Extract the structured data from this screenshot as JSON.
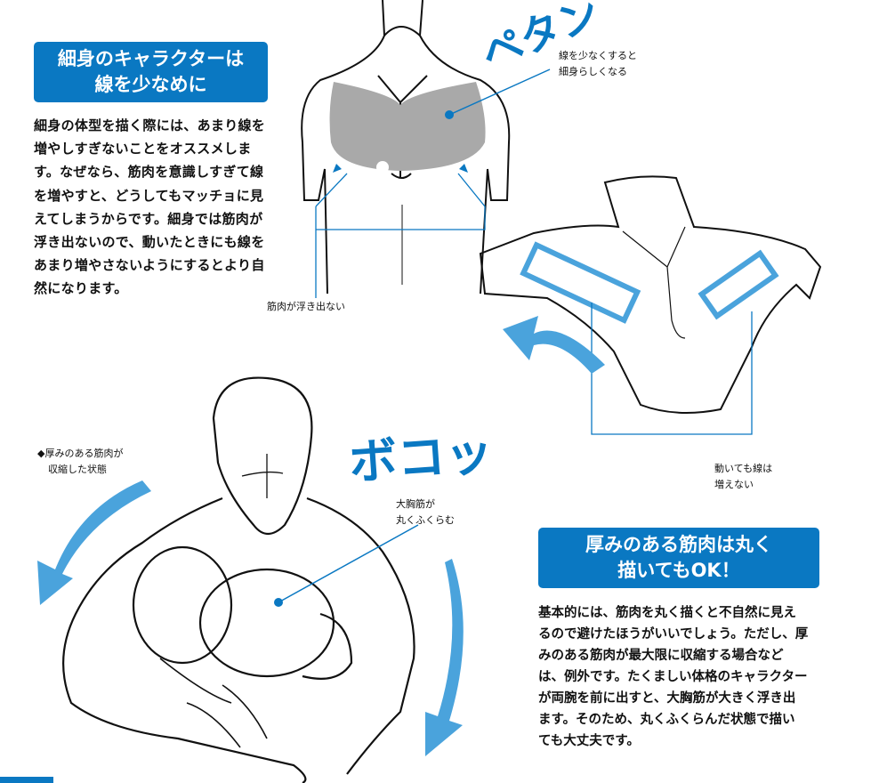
{
  "section1": {
    "title_lines": [
      "細身のキャラクターは",
      "線を少なめに"
    ],
    "body_lines": [
      "細身の体型を描く際には、あまり線を",
      "増やしすぎないことをオススメしま",
      "す。なぜなら、筋肉を意識しすぎて線",
      "を増やすと、どうしてもマッチョに見",
      "えてしまうからです。細身では筋肉が",
      "浮き出ないので、動いたときにも線を",
      "あまり増やさないようにするとより自",
      "然になります。"
    ]
  },
  "section2": {
    "title_lines": [
      "厚みのある筋肉は丸く",
      "描いてもOK！"
    ],
    "body_lines": [
      "基本的には、筋肉を丸く描くと不自然に見え",
      "るので避けたほうがいいでしょう。ただし、厚",
      "みのある筋肉が最大限に収縮する場合など",
      "は、例外です。たくましい体格のキャラクター",
      "が両腕を前に出すと、大胸筋が大きく浮き出",
      "ます。そのため、丸くふくらんだ状態で描い",
      "ても大丈夫です。"
    ]
  },
  "annotations": {
    "fewer_lines": [
      "線を少なくすると",
      "細身らしくなる"
    ],
    "no_muscle": "筋肉が浮き出ない",
    "moving": [
      "動いても線は",
      "増えない"
    ],
    "contracted": [
      "◆厚みのある筋肉が",
      "収縮した状態"
    ],
    "pectoral": [
      "大胸筋が",
      "丸くふくらむ"
    ]
  },
  "sfx": {
    "petan": "ペタン",
    "bokon": "ボコッ"
  },
  "colors": {
    "accent": "#0a78c2",
    "arrow": "#4aa3dc",
    "shade": "#a9a9a9"
  }
}
